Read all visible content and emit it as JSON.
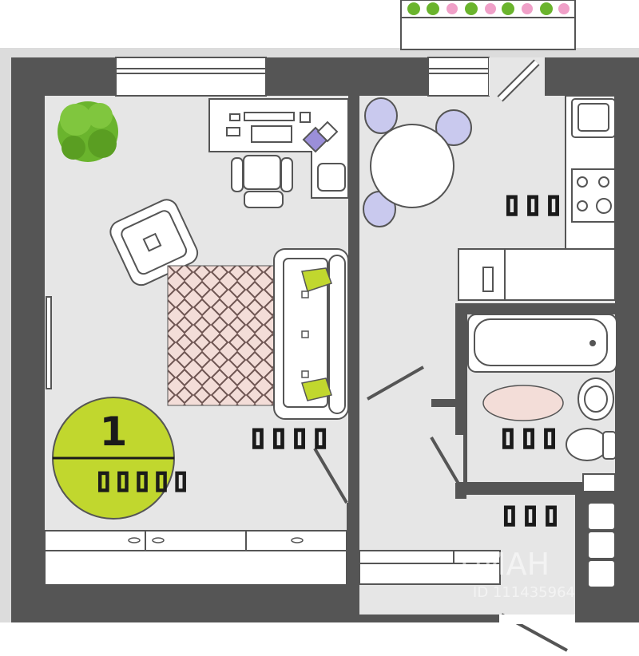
{
  "plan": {
    "room_count_badge": {
      "number": "1",
      "area_placeholder": "▯▯▯▯▯",
      "color": "#c1d72e"
    },
    "rooms": [
      {
        "id": "living",
        "area_placeholder": "▯▯▯▯"
      },
      {
        "id": "kitchen",
        "area_placeholder": "▯▯▯"
      },
      {
        "id": "bathroom",
        "area_placeholder": "▯▯▯"
      },
      {
        "id": "hall",
        "area_placeholder": "▯▯▯"
      }
    ],
    "colors": {
      "wall": "#555555",
      "floor": "#e6e6e6",
      "rug": "#f3ddd8",
      "accent_green": "#c1d72e",
      "chair_purple": "#c9c9ee",
      "plant_green": "#6ab42d"
    },
    "icons": [
      "plant-icon",
      "desk-icon",
      "armchair-icon",
      "bed-icon",
      "rug-icon",
      "dining-table-icon",
      "stove-icon",
      "sink-icon",
      "bathtub-icon",
      "toilet-icon",
      "washbasin-icon",
      "bath-mat-icon",
      "wardrobe-icon",
      "balcony-plants-icon"
    ]
  },
  "watermark": {
    "brand": "ЦИАН",
    "id_text": "ID 111435964"
  }
}
